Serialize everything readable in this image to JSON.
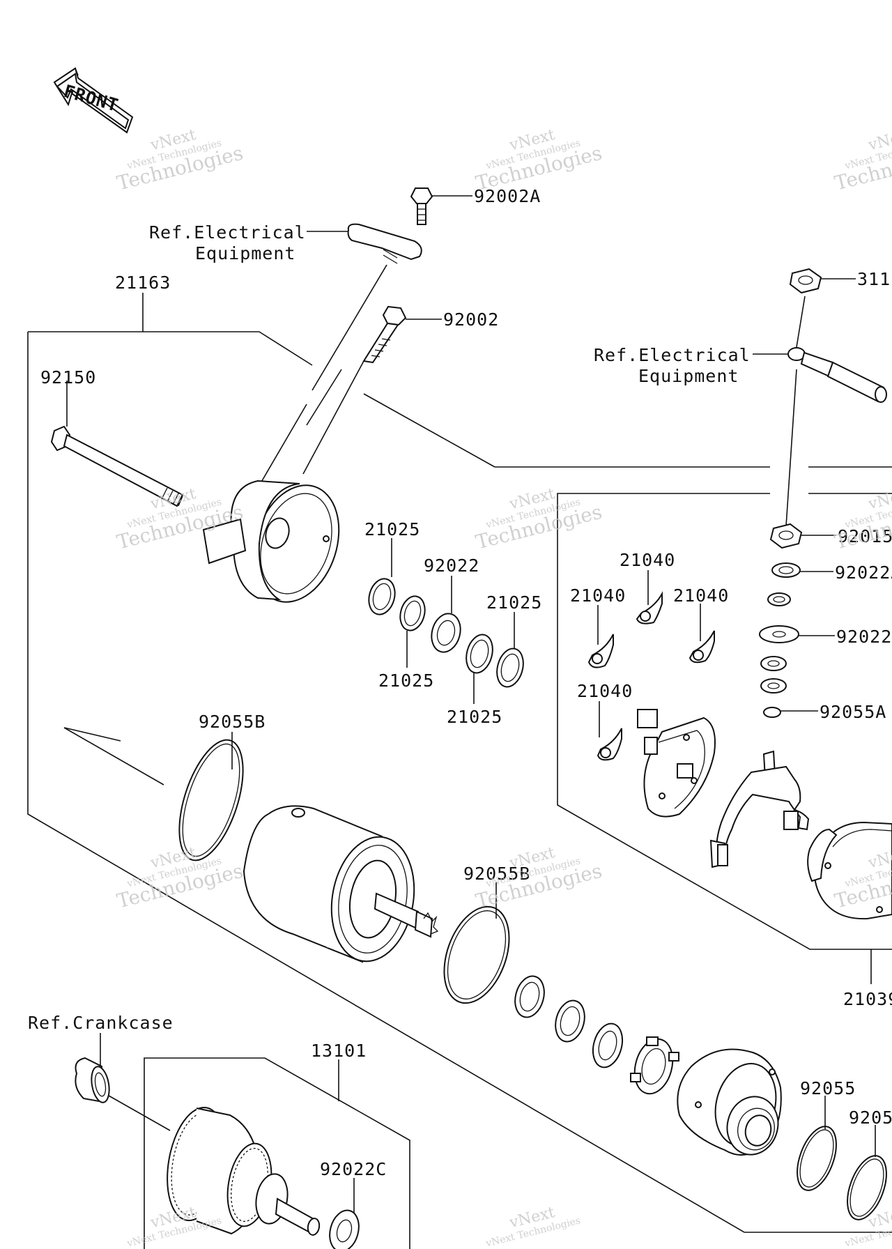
{
  "front_label": "FRONT",
  "watermark": {
    "line1": "vNext",
    "line2": "vNext Technologies",
    "line3": "Technologies"
  },
  "labels": {
    "p92002A": "92002A",
    "ref_electrical_1a": "Ref.Electrical",
    "ref_electrical_1b": "Equipment",
    "p21163": "21163",
    "p92002": "92002",
    "p92150": "92150",
    "p311": "311",
    "ref_electrical_2a": "Ref.Electrical",
    "ref_electrical_2b": "Equipment",
    "p21025_a": "21025",
    "p92022": "92022",
    "p21025_b": "21025",
    "p21025_c": "21025",
    "p21025_d": "21025",
    "p21040_a": "21040",
    "p21040_b": "21040",
    "p21040_c": "21040",
    "p21040_d": "21040",
    "p92015": "92015",
    "p92022A": "92022A",
    "p92022_r": "92022",
    "p92055A": "92055A",
    "p92055B_a": "92055B",
    "p92055B_b": "92055B",
    "p21039": "21039",
    "ref_crankcase": "Ref.Crankcase",
    "p13101": "13101",
    "p92022C": "92022C",
    "p92055": "92055",
    "p9205": "9205"
  }
}
